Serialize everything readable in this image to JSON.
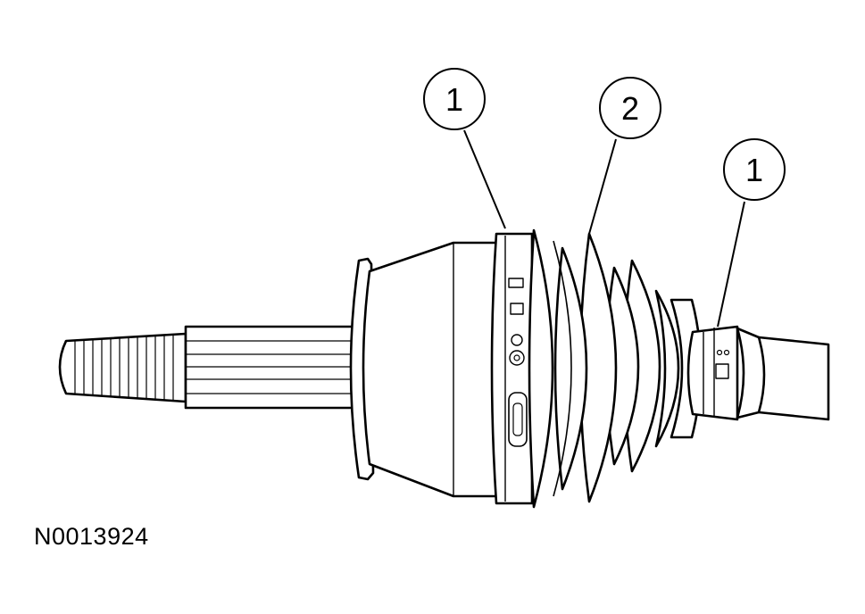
{
  "callouts": [
    {
      "label": "1"
    },
    {
      "label": "2"
    },
    {
      "label": "1"
    }
  ],
  "figure_id": "N0013924",
  "colors": {
    "line": "#000000",
    "background": "#ffffff"
  }
}
